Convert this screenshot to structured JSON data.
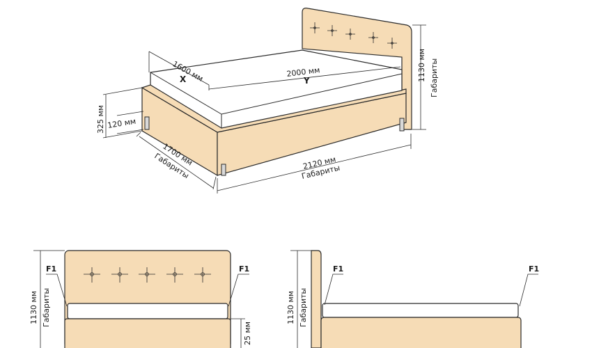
{
  "colors": {
    "upholstery": "#f6dcb6",
    "outline": "#2a2a2a",
    "mattress": "#ffffff",
    "legs": "#d9d9d9"
  },
  "iso": {
    "width_mm": "1600 мм",
    "width_axis": "X",
    "length_mm": "2000 мм",
    "length_axis": "Y",
    "height_total": "1130 мм",
    "height_total_caption": "Габариты",
    "depth_total": "2120 мм",
    "depth_total_caption": "Габариты",
    "width_total": "1700 мм",
    "width_total_caption": "Габариты",
    "frame_height": "325 мм",
    "leg_height": "120 мм"
  },
  "front": {
    "height_total": "1130 мм",
    "height_caption": "Габариты",
    "left_marker": "F1",
    "right_marker": "F1",
    "side_dim": "25 мм"
  },
  "side": {
    "height_total": "1130 мм",
    "height_caption": "Габариты",
    "left_marker": "F1",
    "right_marker": "F1"
  },
  "icons": [
    "button-tuft-icon",
    "dimension-arrow-icon"
  ]
}
